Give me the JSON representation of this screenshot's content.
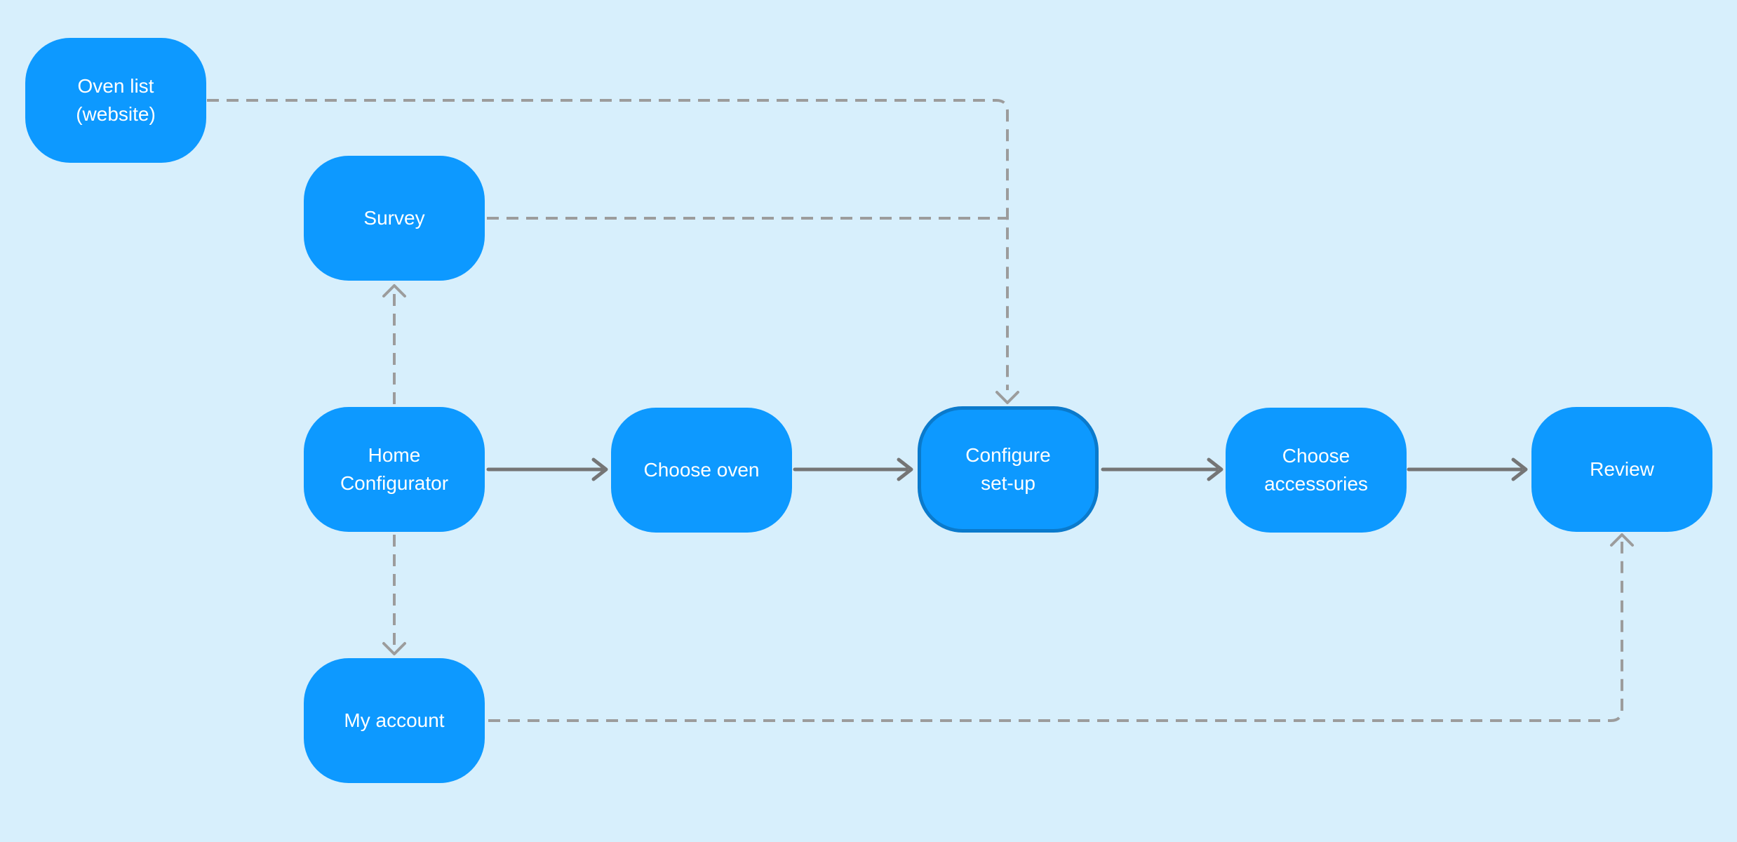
{
  "colors": {
    "background": "#D7EFFC",
    "node_fill": "#0D99FF",
    "node_text": "#FFFFFF",
    "selected_node_border": "#0A7ACC",
    "solid_connector": "#757575",
    "dashed_connector": "#9C9C9C"
  },
  "nodes": {
    "oven_list": {
      "label": "Oven list\n(website)"
    },
    "survey": {
      "label": "Survey"
    },
    "home_configurator": {
      "label": "Home\nConfigurator"
    },
    "choose_oven": {
      "label": "Choose oven"
    },
    "configure_setup": {
      "label": "Configure\nset-up",
      "selected": true
    },
    "choose_accessories": {
      "label": "Choose\naccessories"
    },
    "review": {
      "label": "Review"
    },
    "my_account": {
      "label": "My account"
    }
  },
  "edges": [
    {
      "from": "Home Configurator",
      "to": "Choose oven",
      "style": "solid-arrow"
    },
    {
      "from": "Choose oven",
      "to": "Configure set-up",
      "style": "solid-arrow"
    },
    {
      "from": "Configure set-up",
      "to": "Choose accessories",
      "style": "solid-arrow"
    },
    {
      "from": "Choose accessories",
      "to": "Review",
      "style": "solid-arrow"
    },
    {
      "from": "Oven list (website)",
      "to": "Configure set-up",
      "style": "dashed-arrow"
    },
    {
      "from": "Survey",
      "to": "Configure set-up",
      "style": "dashed-arrow"
    },
    {
      "from": "Home Configurator",
      "to": "Survey",
      "style": "dashed-arrow"
    },
    {
      "from": "Home Configurator",
      "to": "My account",
      "style": "dashed-arrow"
    },
    {
      "from": "My account",
      "to": "Review",
      "style": "dashed-arrow"
    }
  ]
}
